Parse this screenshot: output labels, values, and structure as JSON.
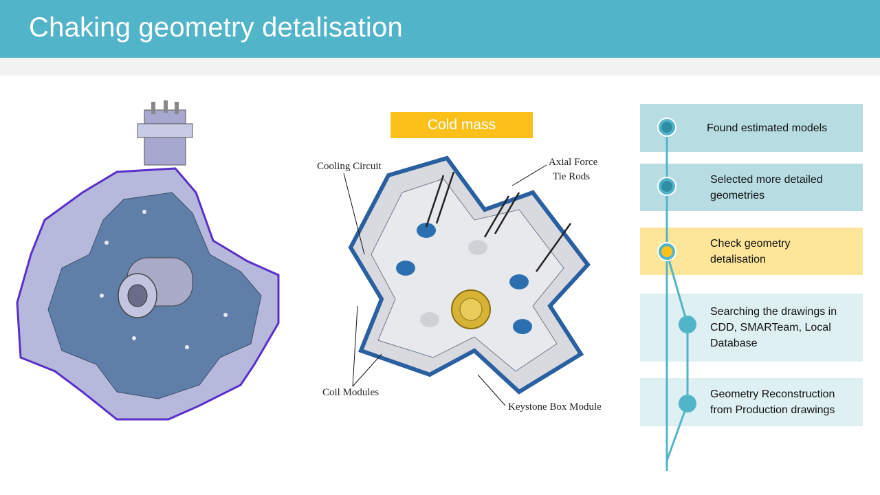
{
  "slide": {
    "title": "Chaking geometry detalisation",
    "badge": "Cold mass"
  },
  "diagram_labels": {
    "cooling_circuit": "Cooling Circuit",
    "axial_force_1": "Axial Force",
    "axial_force_2": "Tie Rods",
    "coil_modules": "Coil Modules",
    "keystone": "Keystone Box Module"
  },
  "steps": [
    {
      "text": "Found estimated models",
      "state": "done"
    },
    {
      "text": "Selected more detailed geometries",
      "state": "done"
    },
    {
      "text": "Check geometry detalisation",
      "state": "current"
    },
    {
      "text": "Searching the drawings in CDD, SMARTeam, Local Database",
      "state": "branch"
    },
    {
      "text": "Geometry Reconstruction from Production drawings",
      "state": "branch"
    }
  ],
  "colors": {
    "header": "#52b4c9",
    "accent_yellow": "#fbc11a",
    "done_node": "#2f8ea3",
    "branch_node": "#52b4c9"
  }
}
